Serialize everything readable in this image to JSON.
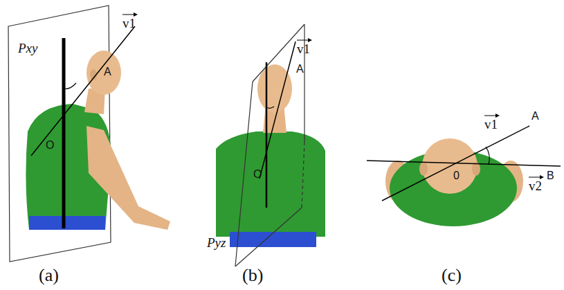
{
  "diagram": {
    "labels": [
      "Pxy",
      "v1",
      "A",
      "O",
      "(a)",
      "v1",
      "A",
      "Pyz",
      "O",
      "(b)",
      "v1",
      "A",
      "0",
      "B",
      "v2",
      "(c)"
    ]
  }
}
